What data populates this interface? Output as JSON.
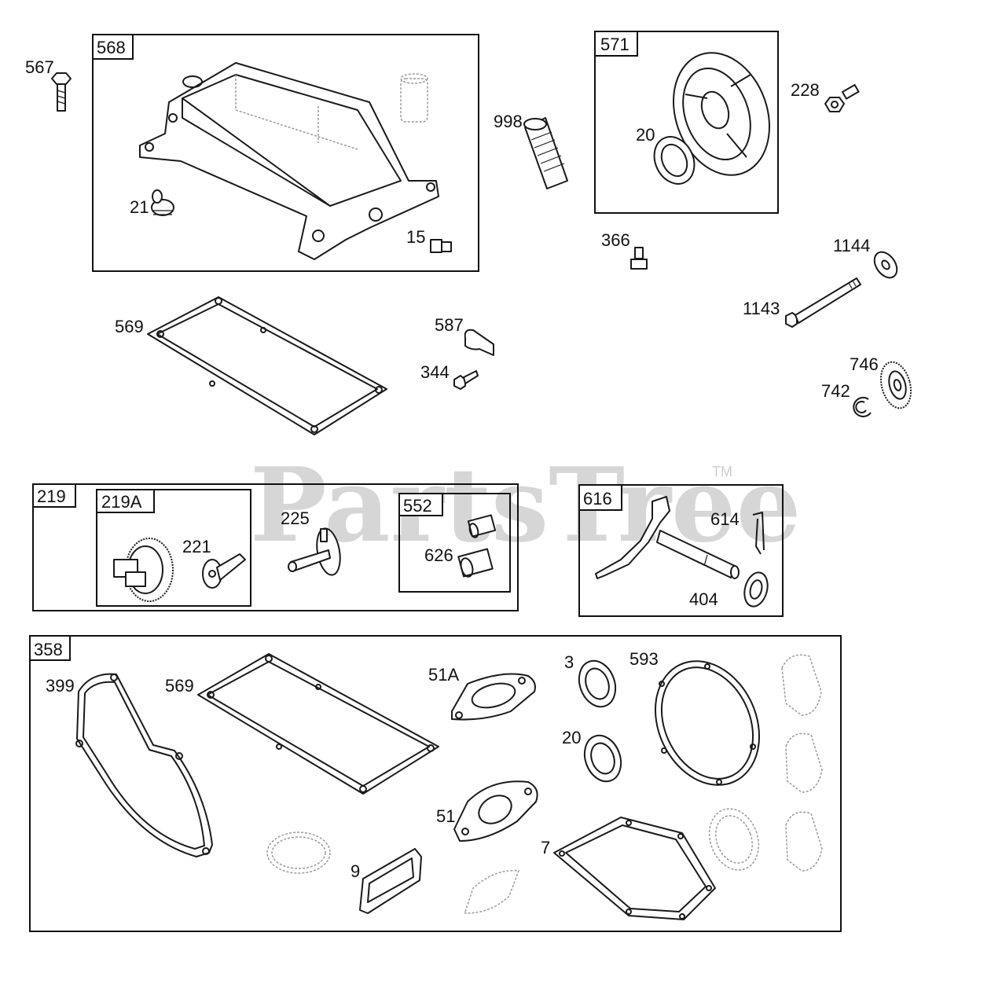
{
  "watermark": {
    "text": "PartsTree",
    "trademark": "TM"
  },
  "groups": [
    {
      "id": "568"
    },
    {
      "id": "571"
    },
    {
      "id": "219"
    },
    {
      "id": "219A"
    },
    {
      "id": "552"
    },
    {
      "id": "616"
    },
    {
      "id": "358"
    }
  ],
  "labels": {
    "p567": "567",
    "p21": "21",
    "p15": "15",
    "p998": "998",
    "p20a": "20",
    "p228": "228",
    "p366": "366",
    "p1144": "1144",
    "p1143": "1143",
    "p569a": "569",
    "p587": "587",
    "p344": "344",
    "p746": "746",
    "p742": "742",
    "p221": "221",
    "p225": "225",
    "p626": "626",
    "p614": "614",
    "p404": "404",
    "p399": "399",
    "p569b": "569",
    "p51A": "51A",
    "p3": "3",
    "p593": "593",
    "p20b": "20",
    "p51": "51",
    "p7": "7",
    "p9": "9"
  }
}
